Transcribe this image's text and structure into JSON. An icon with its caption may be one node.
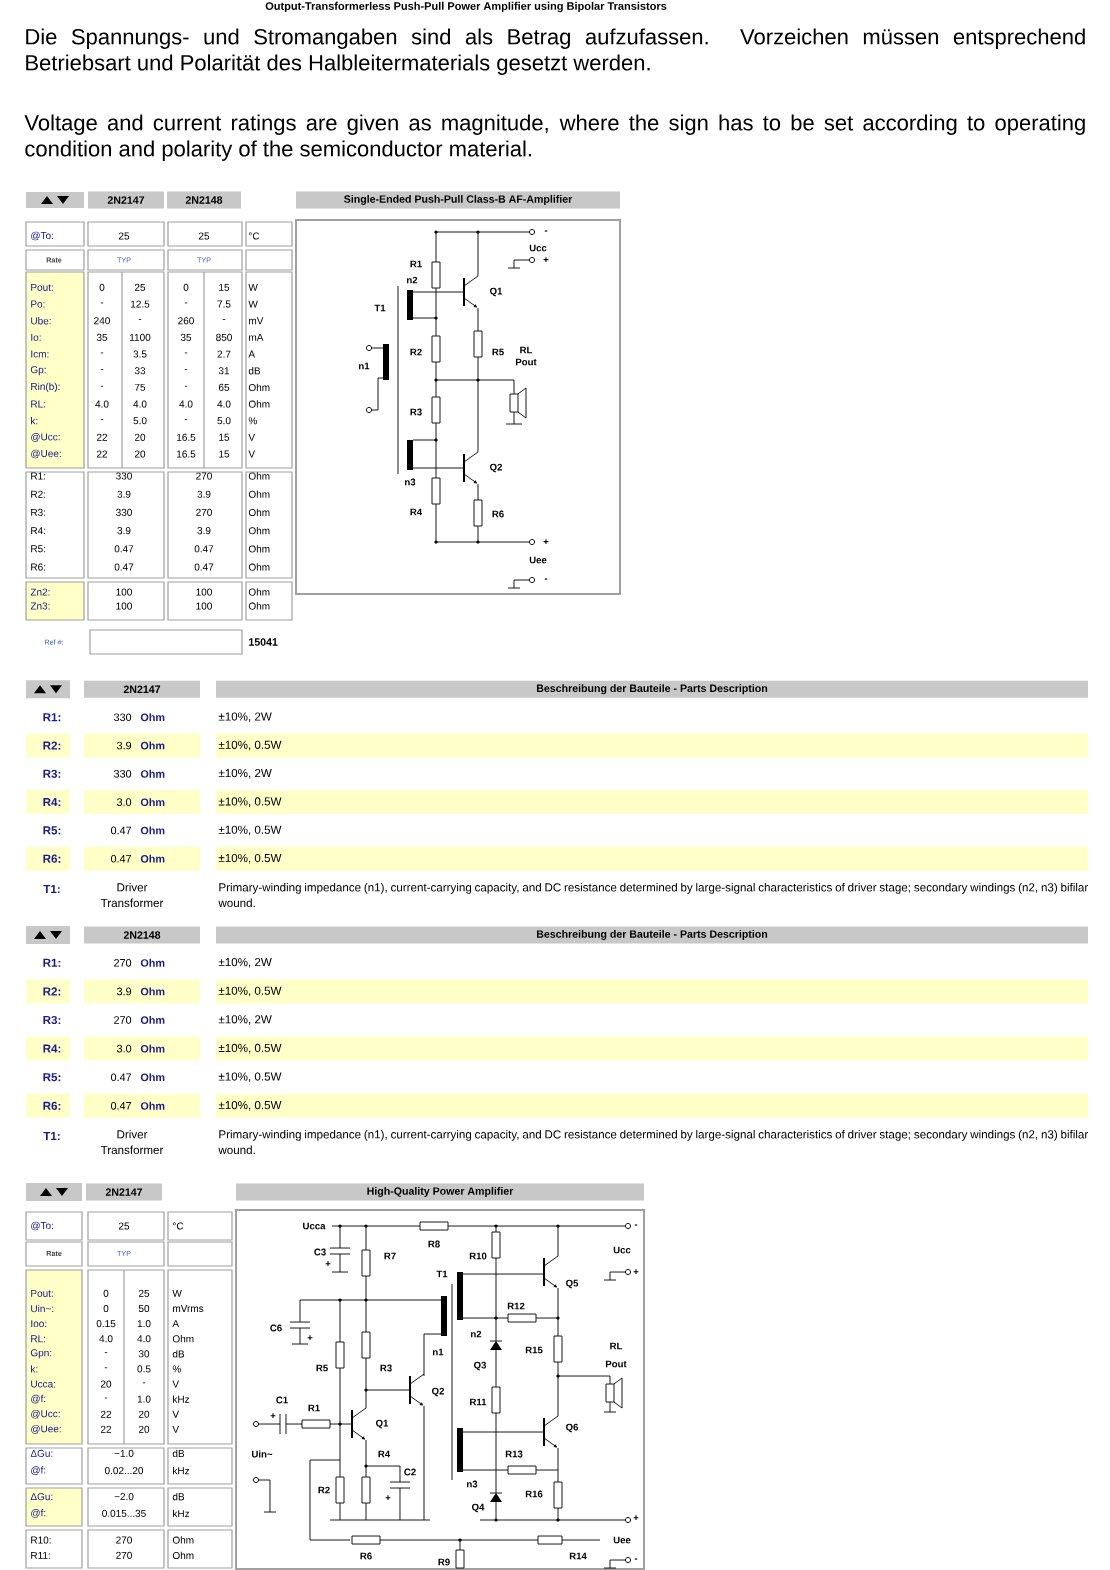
{
  "diagram": {
    "title": "Output-Transformerless Push-Pull Power Amplifier using Bipolar Transistors",
    "labels": [
      "Die Spannungs- und Stromangaben sind als Betrag aufzufassen. Vorzeichen müssen entsprechend Betriebsart und Polarität des Halbleitermaterials gesetzt werden.",
      "Voltage and current ratings are given as magnitude, where the sign has to be set according to operating condition and polarity of the semiconductor material.",
      "2N2147",
      "2N2148",
      "Single-Ended Push-Pull Class-B AF-Amplifier",
      "@To:",
      "25",
      "25",
      "°C",
      "Rate",
      "TYP",
      "TYP",
      "Pout:",
      "0",
      "25",
      "0",
      "15",
      "W",
      "Po:",
      "-",
      "12.5",
      "-",
      "7.5",
      "W",
      "Ube:",
      "240",
      "-",
      "260",
      "-",
      "mV",
      "Io:",
      "35",
      "1100",
      "35",
      "850",
      "mA",
      "Icm:",
      "-",
      "3.5",
      "-",
      "2.7",
      "A",
      "Gp:",
      "-",
      "33",
      "-",
      "31",
      "dB",
      "Rin(b):",
      "-",
      "75",
      "-",
      "65",
      "Ohm",
      "RL:",
      "4.0",
      "4.0",
      "4.0",
      "4.0",
      "Ohm",
      "k:",
      "-",
      "5.0",
      "-",
      "5.0",
      "%",
      "@Ucc:",
      "22",
      "20",
      "16.5",
      "15",
      "V",
      "@Uee:",
      "22",
      "20",
      "16.5",
      "15",
      "V",
      "R1:",
      "330",
      "270",
      "Ohm",
      "R2:",
      "3.9",
      "3.9",
      "Ohm",
      "R3:",
      "330",
      "270",
      "Ohm",
      "R4:",
      "3.9",
      "3.9",
      "Ohm",
      "R5:",
      "0.47",
      "0.47",
      "Ohm",
      "R6:",
      "0.47",
      "0.47",
      "Ohm",
      "Zn2:",
      "100",
      "100",
      "Ohm",
      "Zn3:",
      "100",
      "100",
      "Ohm",
      "Ref #:",
      "15041",
      "-",
      "Ucc",
      "R1",
      "+",
      "n2",
      "Q1",
      "T1",
      "R2",
      "R5",
      "RL",
      "n1",
      "Pout",
      "R3",
      "Q2",
      "n3",
      "R4",
      "R6",
      "+",
      "Uee",
      "-",
      "2N2147",
      "Beschreibung der Bauteile - Parts Description",
      "R1:",
      "330",
      "Ohm",
      "±10%, 2W",
      "R2:",
      "3.9",
      "Ohm",
      "±10%, 0.5W",
      "R3:",
      "330",
      "Ohm",
      "±10%, 2W",
      "R4:",
      "3.0",
      "Ohm",
      "±10%, 0.5W",
      "R5:",
      "0.47",
      "Ohm",
      "±10%, 0.5W",
      "R6:",
      "0.47",
      "Ohm",
      "±10%, 0.5W",
      "T1:",
      "Driver Transformer",
      "Primary-winding impedance (n1), current-carrying capacity, and DC resistance determined by large-signal characteristics of driver stage; secondary windings (n2, n3) bifilar wound.",
      "2N2148",
      "Beschreibung der Bauteile - Parts Description",
      "R1:",
      "270",
      "Ohm",
      "±10%, 2W",
      "R2:",
      "3.9",
      "Ohm",
      "±10%, 0.5W",
      "R3:",
      "270",
      "Ohm",
      "±10%, 2W",
      "R4:",
      "3.0",
      "Ohm",
      "±10%, 0.5W",
      "R5:",
      "0.47",
      "Ohm",
      "±10%, 0.5W",
      "R6:",
      "0.47",
      "Ohm",
      "±10%, 0.5W",
      "T1:",
      "Driver Transformer",
      "Primary-winding impedance (n1), current-carrying capacity, and DC resistance determined by large-signal characteristics of driver stage; secondary windings (n2, n3) bifilar wound.",
      "2N2147",
      "High-Quality Power Amplifier",
      "@To:",
      "25",
      "°C",
      "Rate",
      "TYP",
      "Pout:",
      "0",
      "25",
      "W",
      "Uin~:",
      "0",
      "50",
      "mVrms",
      "Ioo:",
      "0.15",
      "1.0",
      "A",
      "RL:",
      "4.0",
      "4.0",
      "Ohm",
      "Gpn:",
      "-",
      "30",
      "dB",
      "k:",
      "-",
      "0.5",
      "%",
      "Ucca:",
      "20",
      "-",
      "V",
      "@f:",
      "-",
      "1.0",
      "kHz",
      "@Ucc:",
      "22",
      "20",
      "V",
      "@Uee:",
      "22",
      "20",
      "V",
      "ΔGu:",
      "−1.0",
      "dB",
      "@f:",
      "0.02...20",
      "kHz",
      "ΔGu:",
      "−2.0",
      "dB",
      "@f:",
      "0.015...35",
      "kHz",
      "R10:",
      "270",
      "Ohm",
      "R11:",
      "270",
      "Ohm",
      "Ucca",
      "-",
      "C3",
      "R7",
      "R8",
      "R10",
      "Ucc",
      "+",
      "T1",
      "+",
      "Q5",
      "R12",
      "C6",
      "+",
      "n2",
      "n1",
      "R15",
      "RL",
      "R5",
      "R3",
      "Q3",
      "Pout",
      "Q2",
      "C1",
      "R1",
      "R11",
      "+",
      "Q1",
      "Q6",
      "Uin~",
      "R4",
      "R13",
      "C2",
      "R2",
      "+",
      "n3",
      "R16",
      "Q4",
      "+",
      "Uee",
      "R6",
      "R9",
      "R14",
      "-"
    ]
  }
}
